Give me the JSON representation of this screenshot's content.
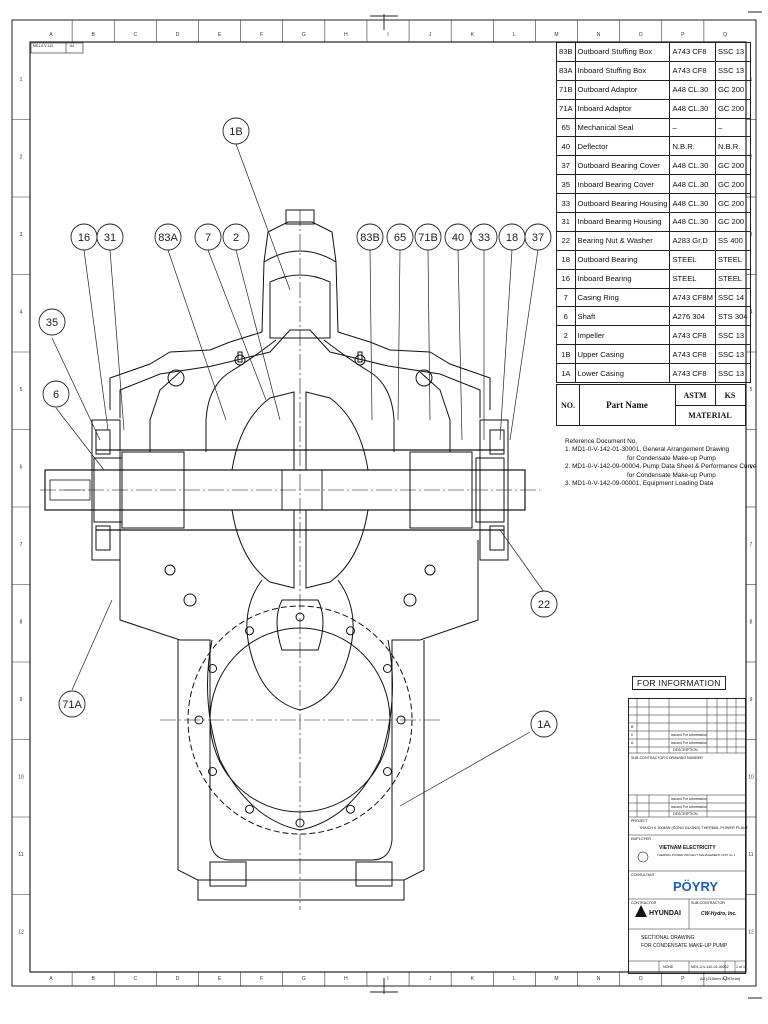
{
  "drawing": {
    "balloons": [
      "1B",
      "16",
      "31",
      "83A",
      "7",
      "2",
      "83B",
      "65",
      "71B",
      "40",
      "33",
      "18",
      "37",
      "35",
      "6",
      "22",
      "71A",
      "1A"
    ],
    "grid_columns": [
      "A",
      "B",
      "C",
      "D",
      "E",
      "F",
      "G",
      "H",
      "I",
      "J",
      "K",
      "L",
      "M",
      "N",
      "O",
      "P",
      "Q"
    ],
    "grid_rows": [
      "1",
      "2",
      "3",
      "4",
      "5",
      "6",
      "7",
      "8",
      "9",
      "10",
      "11",
      "12"
    ],
    "corner_id": "MD1-0-V-142",
    "corner_rev": "A4"
  },
  "parts": [
    {
      "no": "83B",
      "name": "Outboard Stuffing Box",
      "astm": "A743 CF8",
      "ks": "SSC 13"
    },
    {
      "no": "83A",
      "name": "Inboard Stuffing Box",
      "astm": "A743 CF8",
      "ks": "SSC 13"
    },
    {
      "no": "71B",
      "name": "Outboard Adaptor",
      "astm": "A48 CL.30",
      "ks": "GC 200"
    },
    {
      "no": "71A",
      "name": "Inboard Adaptor",
      "astm": "A48 CL.30",
      "ks": "GC 200"
    },
    {
      "no": "65",
      "name": "Mechanical Seal",
      "astm": "–",
      "ks": "–"
    },
    {
      "no": "40",
      "name": "Deflector",
      "astm": "N.B.R.",
      "ks": "N.B.R."
    },
    {
      "no": "37",
      "name": "Outboard Bearing Cover",
      "astm": "A48 CL.30",
      "ks": "GC 200"
    },
    {
      "no": "35",
      "name": "Inboard Bearing Cover",
      "astm": "A48 CL.30",
      "ks": "GC 200"
    },
    {
      "no": "33",
      "name": "Outboard Bearing Housing",
      "astm": "A48 CL.30",
      "ks": "GC 200"
    },
    {
      "no": "31",
      "name": "Inboard Bearing Housing",
      "astm": "A48 CL.30",
      "ks": "GC 200"
    },
    {
      "no": "22",
      "name": "Bearing Nut & Washer",
      "astm": "A283 Gr.D",
      "ks": "SS 400"
    },
    {
      "no": "18",
      "name": "Outboard Bearing",
      "astm": "STEEL",
      "ks": "STEEL"
    },
    {
      "no": "16",
      "name": "Inboard Bearing",
      "astm": "STEEL",
      "ks": "STEEL"
    },
    {
      "no": "7",
      "name": "Casing Ring",
      "astm": "A743 CF8M",
      "ks": "SSC 14"
    },
    {
      "no": "6",
      "name": "Shaft",
      "astm": "A276 304",
      "ks": "STS 304"
    },
    {
      "no": "2",
      "name": "Impeller",
      "astm": "A743 CF8",
      "ks": "SSC 13"
    },
    {
      "no": "1B",
      "name": "Upper Casing",
      "astm": "A743 CF8",
      "ks": "SSC 13"
    },
    {
      "no": "1A",
      "name": "Lower Casing",
      "astm": "A743 CF8",
      "ks": "SSC 13"
    }
  ],
  "bom_header": {
    "no": "NO.",
    "part_name": "Part Name",
    "astm": "ASTM",
    "ks": "KS",
    "material": "MATERIAL"
  },
  "references": {
    "title": "Reference Document No.",
    "items": [
      "1. MD1-0-V-142-01-30001, General Arrangement Drawing",
      "for Condensate Make-up Pump",
      "2. MD1-0-V-142-09-00004, Pump Data Sheet  & Performance Curve",
      "for Condensate Make-up Pump",
      "3. MD1-0-V-142-09-00001, Equipment Loading Data"
    ]
  },
  "for_information": "FOR INFORMATION",
  "title_block": {
    "project_label": "PROJECT",
    "project": "THAICH II 300MW (SONG DUONG) THERMAL POWER PLANT",
    "employer_label": "EMPLOYER",
    "owner": "VIETNAM ELECTRICITY",
    "owner_sub": "THERMAL POWER PROJECT MANAGEMENT UNIT No.1",
    "consultant_label": "CONSULTANT",
    "consultant": "PÖYRY",
    "contractor_label": "CONTRACTOR",
    "contractor": "HYUNDAI",
    "subcontractor_label": "SUB-CONTRACTOR",
    "subcontractor": "CW-Hydro, Inc.",
    "title_line1": "SECTIONAL DRAWING",
    "title_line2": "FOR CONDENSATE MAKE-UP PUMP",
    "drawing_no": "MD1-0-V-142-01-30002",
    "revision_label": "Issued For Information",
    "description_label": "DESCRIPTION",
    "sub_drawing_label": "SUB-CONTRACTOR'S DRAWING NUMBER",
    "rev_letters": [
      "0",
      "A",
      "B"
    ],
    "scale": "NONE",
    "sheet": "1 of 1"
  },
  "footer_code": "A4 (210mm X 297mm)"
}
